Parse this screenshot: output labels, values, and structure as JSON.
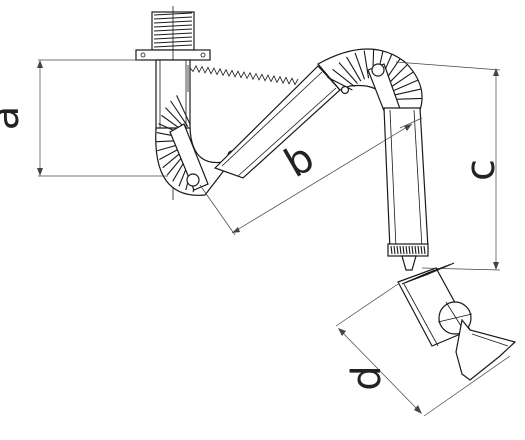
{
  "dimensions": {
    "a": "a",
    "b": "b",
    "c": "c",
    "d": "d"
  },
  "colors": {
    "line": "#1a1a1a",
    "dimension_line": "#444444",
    "background": "#ffffff"
  }
}
